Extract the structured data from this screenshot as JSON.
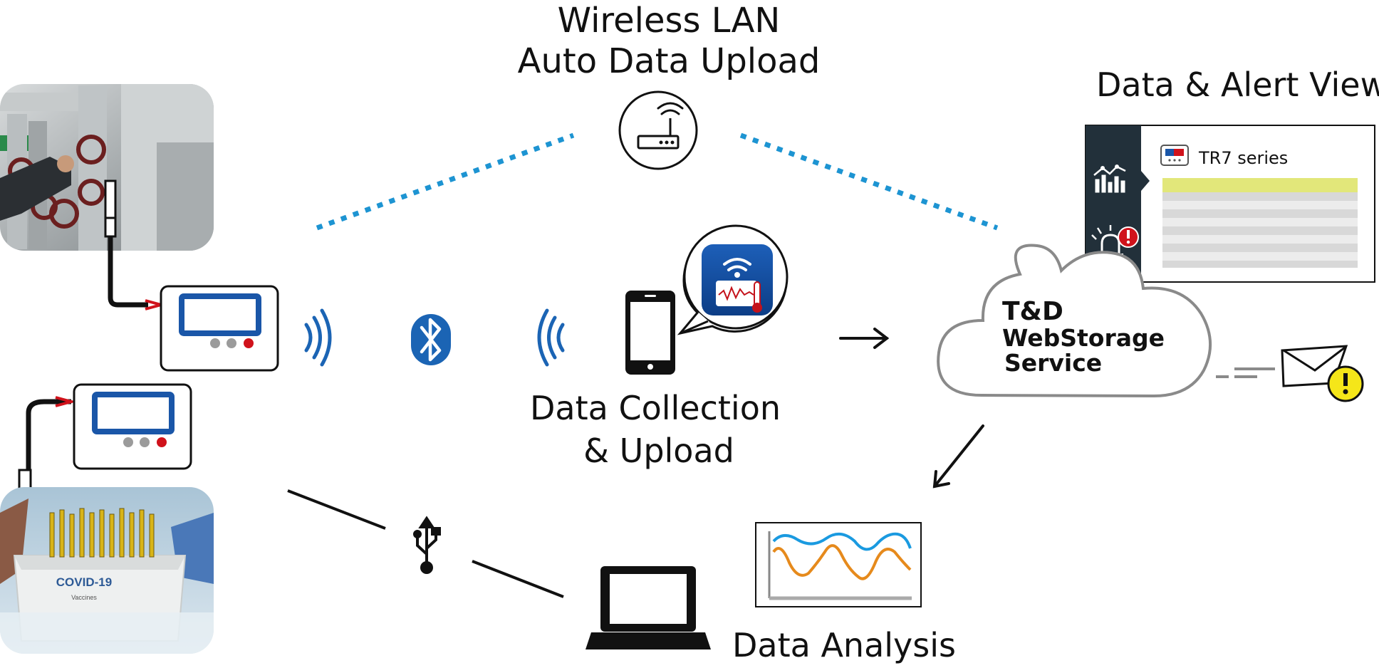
{
  "labels": {
    "wireless_line1": "Wireless LAN",
    "wireless_line2": "Auto Data Upload",
    "data_alert_view": "Data & Alert View",
    "collection_line1": "Data Collection",
    "collection_line2": "& Upload",
    "data_analysis": "Data Analysis"
  },
  "cloud": {
    "line1": "T&D",
    "line2": "WebStorage",
    "line3": "Service"
  },
  "dashboard": {
    "device_series": "TR7 series"
  },
  "photo": {
    "box_label": "COVID-19",
    "box_sublabel": "Vaccines"
  },
  "colors": {
    "accent_blue": "#1a56a8",
    "wifi_dots": "#1d94d2",
    "bluetooth": "#1b64b4",
    "led_red": "#d0121b",
    "dashboard_dark": "#22303a",
    "alert_yellow": "#f5e619",
    "chart_blue": "#1a9ae0",
    "chart_orange": "#e68a1c"
  },
  "icons": {
    "router": "wifi-router-icon",
    "bluetooth": "bluetooth-icon",
    "smartphone": "smartphone-icon",
    "app": "thermometer-app-icon",
    "usb": "usb-icon",
    "laptop": "laptop-icon",
    "email_alert": "email-alert-icon",
    "graph": "bar-graph-icon",
    "alarm": "alarm-light-icon"
  }
}
